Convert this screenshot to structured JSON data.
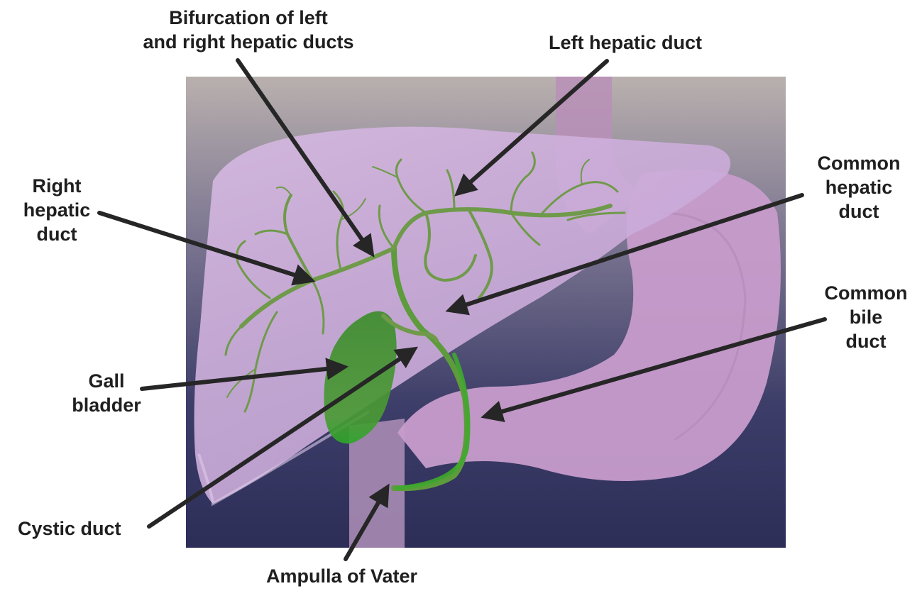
{
  "labels": {
    "bifurcation_line1": "Bifurcation of left",
    "bifurcation_line2": "and right hepatic ducts",
    "left_hepatic": "Left hepatic duct",
    "right_hepatic_line1": "Right",
    "right_hepatic_line2": "hepatic",
    "right_hepatic_line3": "duct",
    "common_hepatic_line1": "Common",
    "common_hepatic_line2": "hepatic",
    "common_hepatic_line3": "duct",
    "common_bile_line1": "Common",
    "common_bile_line2": "bile",
    "common_bile_line3": "duct",
    "gall_line1": "Gall",
    "gall_line2": "bladder",
    "cystic": "Cystic duct",
    "ampulla": "Ampulla of Vater"
  },
  "colors": {
    "background_top": "#b7adae",
    "background_bottom": "#2d2f5a",
    "liver": "#c9a8d8",
    "stomach": "#c898c9",
    "duct": "#6f9a4a",
    "gallbladder": "#3e8e2e",
    "arrow": "#262626"
  }
}
